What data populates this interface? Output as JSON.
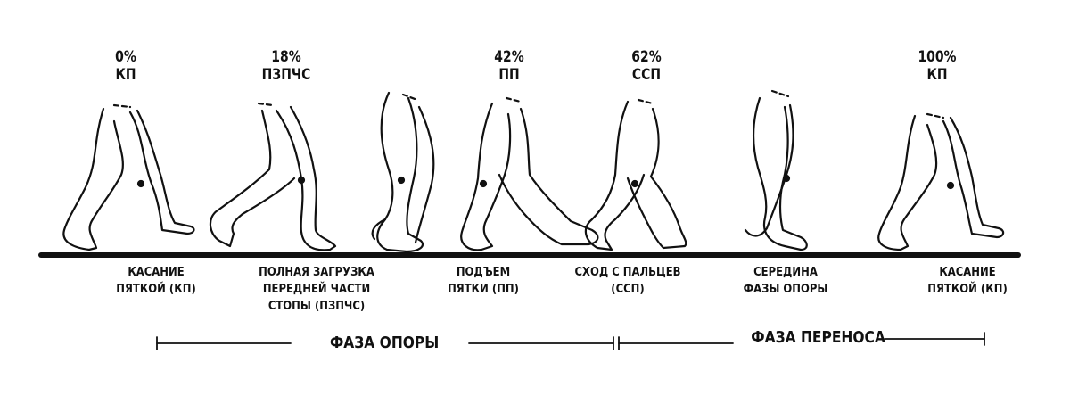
{
  "markers": [
    {
      "percent": "0%",
      "abbr": "КП"
    },
    {
      "percent": "18%",
      "abbr": "ПЗПЧС"
    },
    {
      "percent": "42%",
      "abbr": "ПП"
    },
    {
      "percent": "62%",
      "abbr": "ССП"
    },
    {
      "percent": "100%",
      "abbr": "КП"
    }
  ],
  "captions": [
    {
      "line1": "КАСАНИЕ",
      "line2": "ПЯТКОЙ (КП)",
      "line3": ""
    },
    {
      "line1": "ПОЛНАЯ ЗАГРУЗКА",
      "line2": "ПЕРЕДНЕЙ ЧАСТИ",
      "line3": "СТОПЫ (ПЗПЧС)"
    },
    {
      "line1": "ПОДЪЕМ",
      "line2": "ПЯТКИ (ПП)",
      "line3": ""
    },
    {
      "line1": "СХОД С ПАЛЬЦЕВ",
      "line2": "(ССП)",
      "line3": ""
    },
    {
      "line1": "СЕРЕДИНА",
      "line2": "ФАЗЫ ОПОРЫ",
      "line3": ""
    },
    {
      "line1": "КАСАНИЕ",
      "line2": "ПЯТКОЙ (КП)",
      "line3": ""
    }
  ],
  "phases": {
    "stance": "ФАЗА ОПОРЫ",
    "swing": "ФАЗА ПЕРЕНОСА"
  },
  "colors": {
    "ink": "#111111",
    "background": "#ffffff"
  }
}
